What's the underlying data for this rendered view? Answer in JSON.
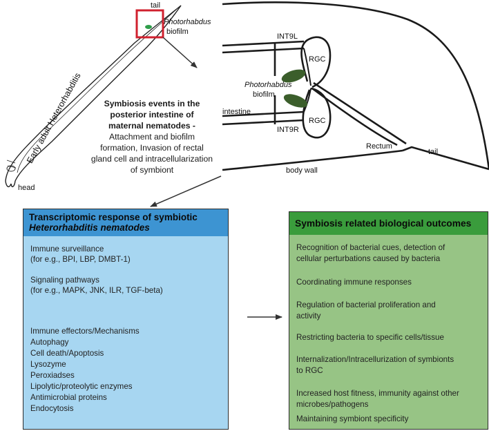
{
  "labels": {
    "tail_top": "tail",
    "biofilm_top_1": "Photorhabdus",
    "biofilm_top_2": "biofilm",
    "nematode": "Early adult Heterorhabditis",
    "head": "head",
    "int9l": "INT9L",
    "int9r": "INT9R",
    "rgc_top": "RGC",
    "rgc_bottom": "RGC",
    "biofilm_zoom_1": "Photorhabdus",
    "biofilm_zoom_2": "biofilm",
    "intestine": "intestine",
    "rectum": "Rectum",
    "tail_zoom": "tail",
    "body_wall": "body wall"
  },
  "events": {
    "title_lines": [
      "Symbiosis events in the",
      "posterior intestine of",
      "maternal nematodes -"
    ],
    "body_lines": [
      "Attachment and biofilm",
      "formation, Invasion of rectal",
      "gland cell and intracellularization",
      "of symbiont"
    ]
  },
  "left_panel": {
    "title_line1": "Transcriptomic response of symbiotic",
    "title_line2": "Heterorhabditis nematodes",
    "items": [
      "Immune surveillance",
      "(for e.g., BPI, LBP, DMBT-1)",
      "Signaling pathways",
      "(for e.g., MAPK, JNK, ILR, TGF-beta)",
      "Immune effectors/Mechanisms",
      "Autophagy",
      "Cell death/Apoptosis",
      "Lysozyme",
      "Peroxiadses",
      "Lipolytic/proteolytic enzymes",
      "Antimicrobial proteins",
      "Endocytosis"
    ]
  },
  "right_panel": {
    "title": "Symbiosis related biological outcomes",
    "items": [
      "Recognition of bacterial cues, detection of",
      "cellular perturbations caused by bacteria",
      "Coordinating immune responses",
      "Regulation of bacterial proliferation and",
      "activity",
      "Restricting bacteria to specific cells/tissue",
      "Internalization/Intracellurization of symbionts",
      "to RGC",
      "Increased host fitness, immunity against other",
      "microbes/pathogens",
      "Maintaining symbiont specificity"
    ]
  },
  "colors": {
    "left_header": "#3d94d2",
    "left_body": "#a7d6f1",
    "right_header": "#3a9c3c",
    "right_body": "#97c485",
    "biofilm": "#3b5e2b",
    "highlight_box": "#d0202e"
  }
}
